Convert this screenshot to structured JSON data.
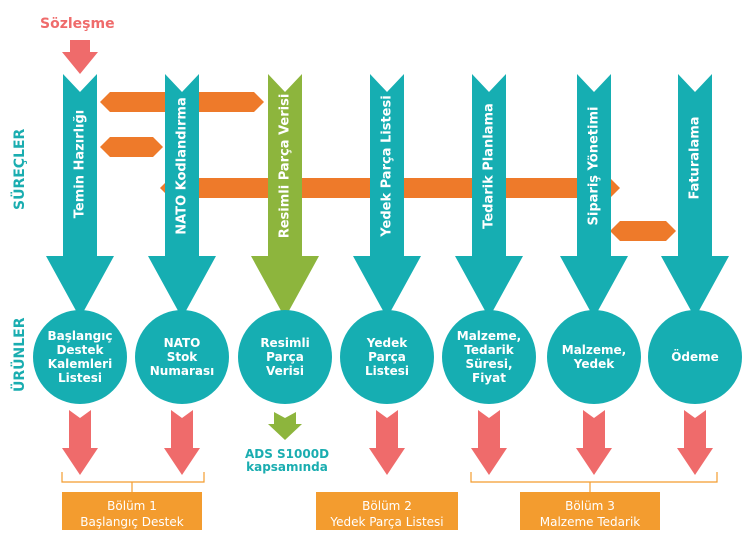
{
  "title_label": "Sözleşme",
  "row_labels": {
    "processes": "SÜREÇLER",
    "products": "ÜRÜNLER"
  },
  "colors": {
    "teal": "#16aeb2",
    "green": "#8db53d",
    "orange_connector": "#ee7a2a",
    "red_arrow": "#ef6b6b",
    "section_box": "#f39c2f"
  },
  "processes": [
    {
      "label": "Temin Hazırlığı",
      "color": "teal"
    },
    {
      "label": "NATO Kodlandırma",
      "color": "teal"
    },
    {
      "label": "Resimli Parça Verisi",
      "color": "green"
    },
    {
      "label": "Yedek Parça Listesi",
      "color": "teal"
    },
    {
      "label": "Tedarik Planlama",
      "color": "teal"
    },
    {
      "label": "Sipariş Yönetimi",
      "color": "teal"
    },
    {
      "label": "Faturalama",
      "color": "teal"
    }
  ],
  "products": [
    {
      "lines": [
        "Başlangıç",
        "Destek",
        "Kalemleri",
        "Listesi"
      ]
    },
    {
      "lines": [
        "NATO",
        "Stok",
        "Numarası"
      ]
    },
    {
      "lines": [
        "Resimli",
        "Parça",
        "Verisi"
      ]
    },
    {
      "lines": [
        "Yedek",
        "Parça",
        "Listesi"
      ]
    },
    {
      "lines": [
        "Malzeme,",
        "Tedarik",
        "Süresi,",
        "Fiyat"
      ]
    },
    {
      "lines": [
        "Malzeme,",
        "Yedek"
      ]
    },
    {
      "lines": [
        "Ödeme"
      ]
    }
  ],
  "connectors": [
    {
      "from_process": 1,
      "to_process": 3,
      "type": "double"
    },
    {
      "from_process": 1,
      "to_process": 2,
      "type": "double"
    },
    {
      "from_process": 2,
      "to_process": 6,
      "type": "double"
    },
    {
      "from_process": 6,
      "to_process": 7,
      "type": "double"
    }
  ],
  "ads_note": [
    "ADS S1000D",
    "kapsamında"
  ],
  "sections": [
    {
      "title": "Bölüm 1",
      "subtitle": "Başlangıç Destek",
      "covers_products": [
        1,
        2
      ]
    },
    {
      "title": "Bölüm 2",
      "subtitle": "Yedek Parça Listesi",
      "covers_products": [
        4
      ]
    },
    {
      "title": "Bölüm 3",
      "subtitle": "Malzeme Tedarik",
      "covers_products": [
        5,
        6,
        7
      ]
    }
  ]
}
